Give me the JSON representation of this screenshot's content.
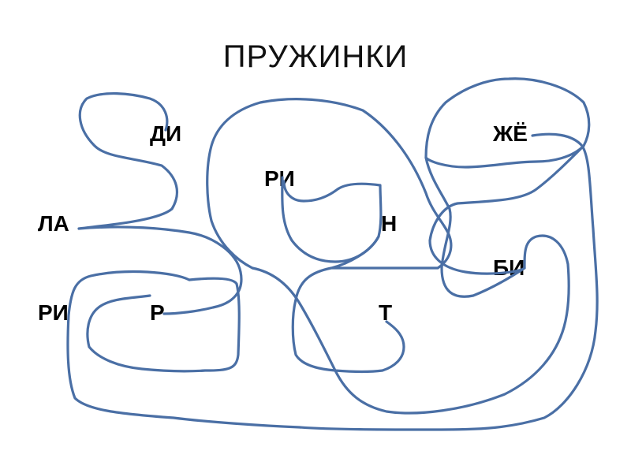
{
  "title": "ПРУЖИНКИ",
  "syllables": [
    "ДИ",
    "ЖЁ",
    "РИ",
    "ЛА",
    "Н",
    "БИ",
    "РИ",
    "Р",
    "Т"
  ],
  "line_color": "#4a6fa5"
}
